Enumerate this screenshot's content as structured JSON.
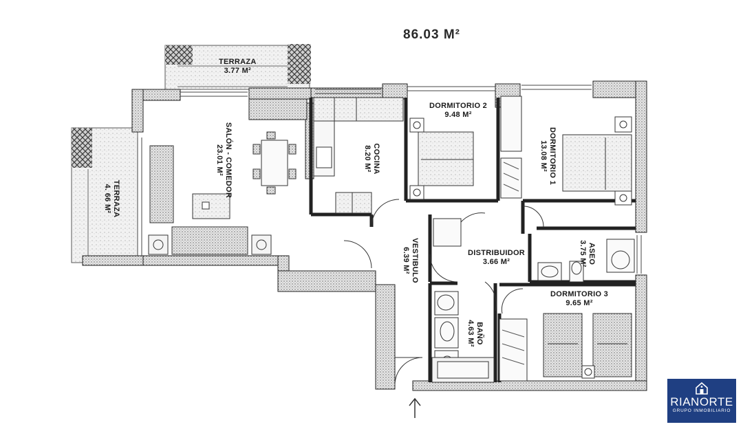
{
  "plan": {
    "total_area": "86.03 M²",
    "rooms": {
      "terraza_top": {
        "name": "TERRAZA",
        "area": "3.77 M²"
      },
      "terraza_left": {
        "name": "TERRAZA",
        "area": "4. 66 M²"
      },
      "salon": {
        "name": "SALÓN - COMEDOR",
        "area": "23.01 M²"
      },
      "cocina": {
        "name": "COCINA",
        "area": "8.20 M²"
      },
      "dormitorio2": {
        "name": "DORMITORIO 2",
        "area": "9.48 M²"
      },
      "dormitorio1": {
        "name": "DORMITORIO 1",
        "area": "13.08 M²"
      },
      "vestibulo": {
        "name": "VESTIBULO",
        "area": "6.39 M²"
      },
      "distribuidor": {
        "name": "DISTRIBUIDOR",
        "area": "3.66 M²"
      },
      "aseo": {
        "name": "ASEO",
        "area": "3.75 M²"
      },
      "bano": {
        "name": "BAÑO",
        "area": "4.63 M²"
      },
      "dormitorio3": {
        "name": "DORMITORIO 3",
        "area": "9.65 M²"
      }
    }
  },
  "logo": {
    "brand": "RIANORTE",
    "tagline": "GRUPO INMOBILIARIO",
    "color": "#1f3f82"
  },
  "icons": {
    "entrance": "up-arrow-icon",
    "logo_mark": "house-icon"
  }
}
